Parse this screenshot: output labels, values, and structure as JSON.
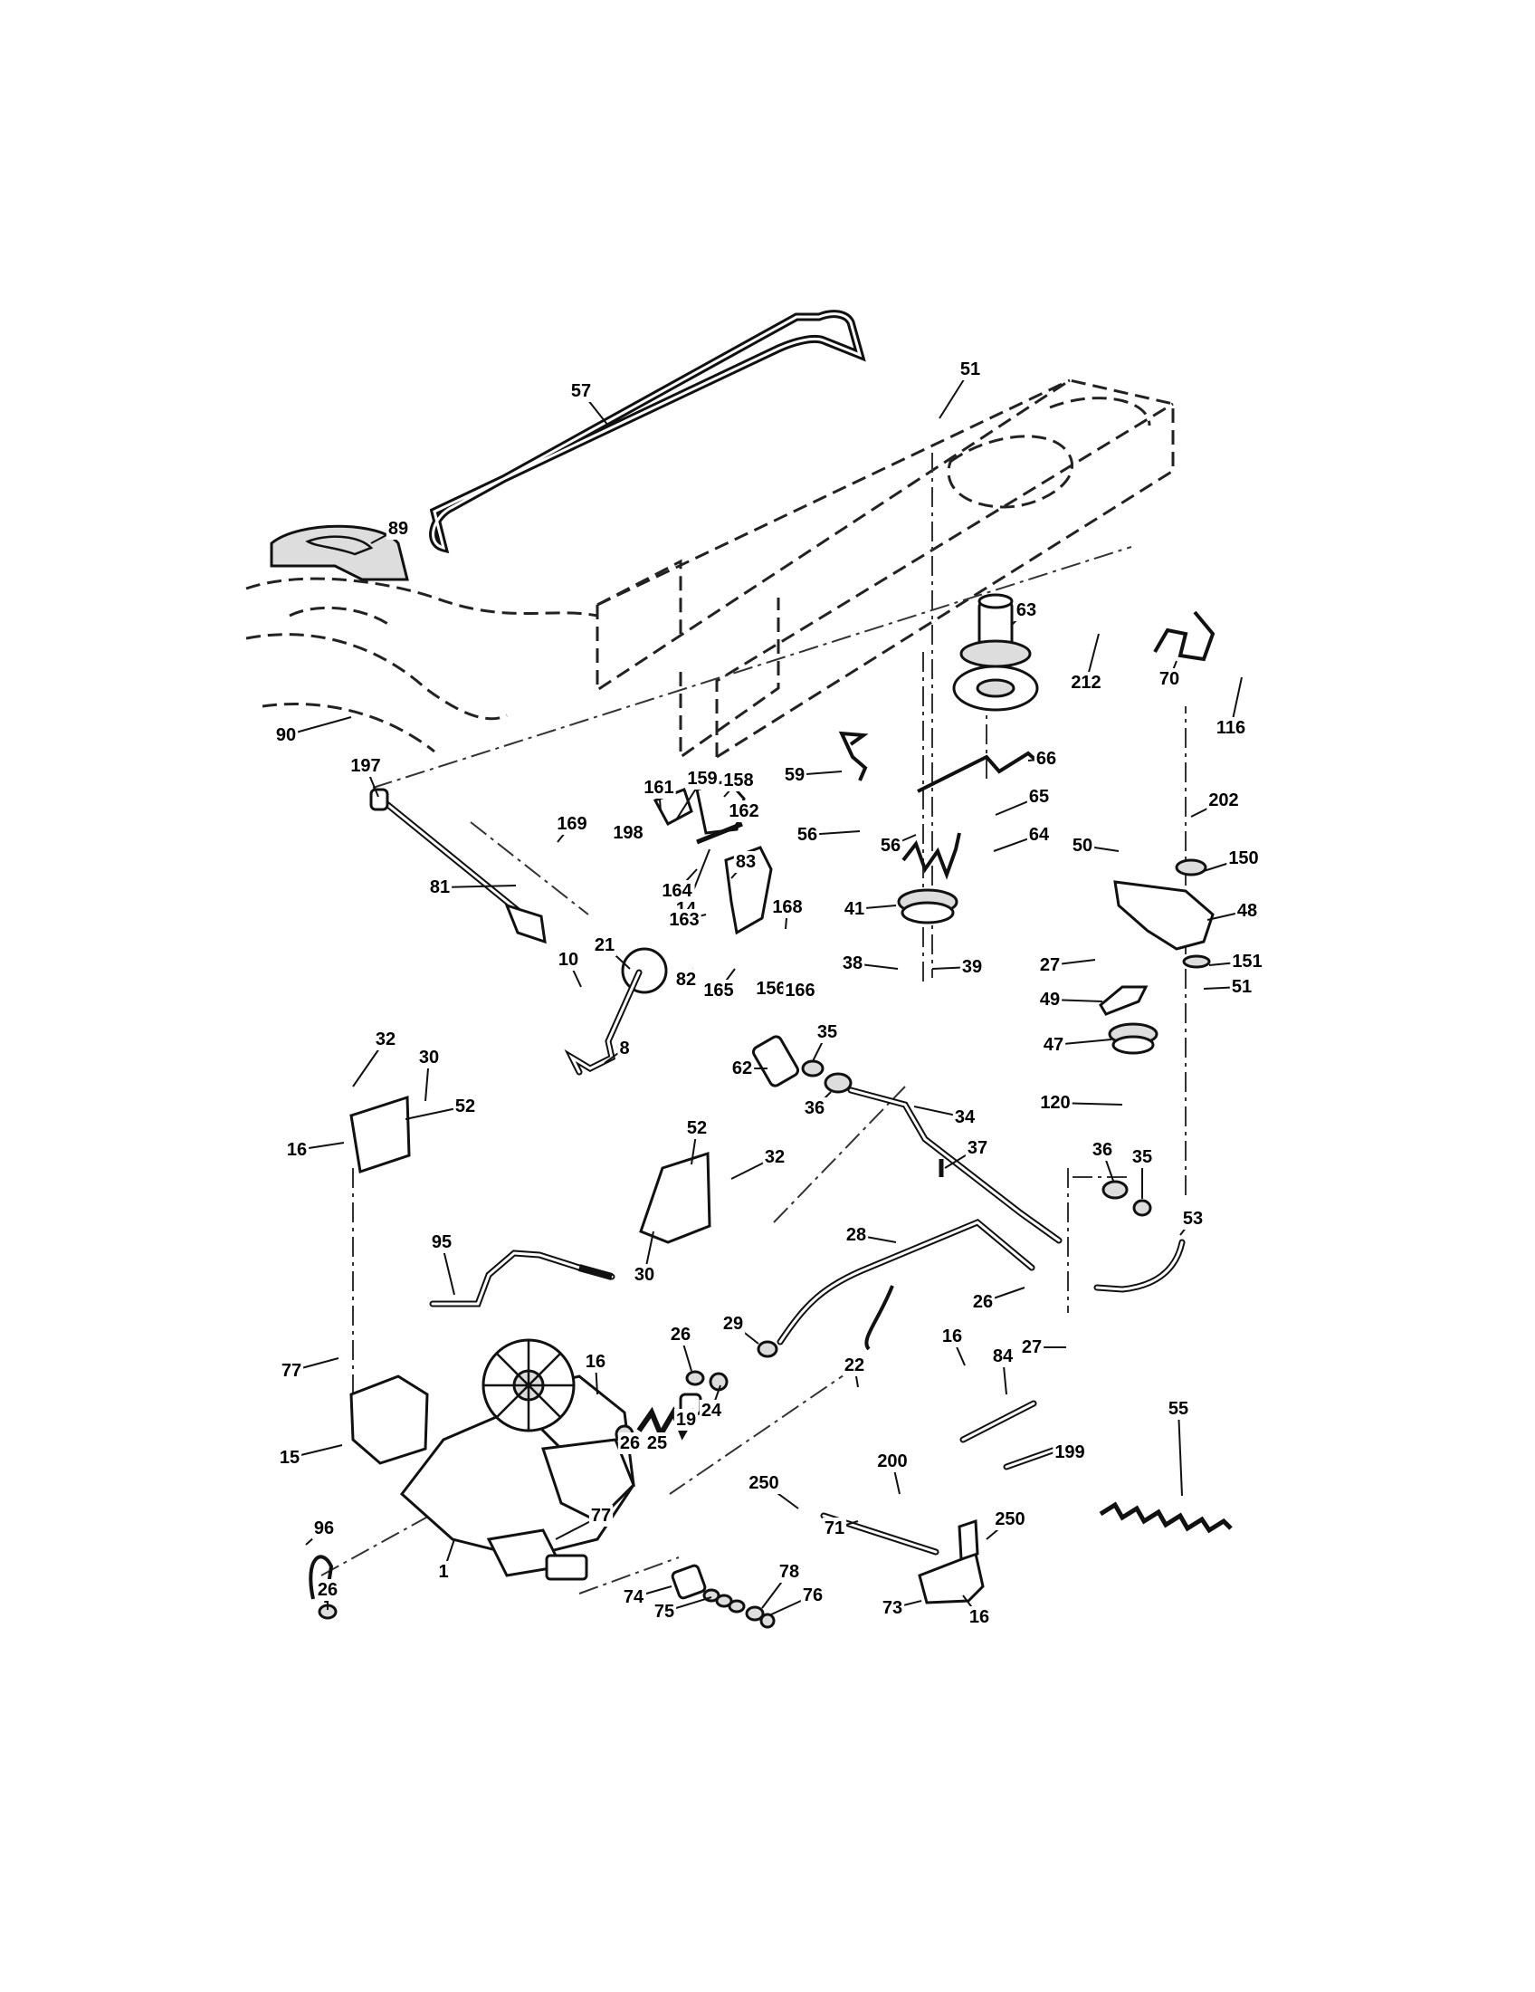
{
  "diagram": {
    "callouts": [
      {
        "label": "57"
      },
      {
        "label": "51"
      },
      {
        "label": "89"
      },
      {
        "label": "63"
      },
      {
        "label": "212"
      },
      {
        "label": "70"
      },
      {
        "label": "116"
      },
      {
        "label": "90"
      },
      {
        "label": "197"
      },
      {
        "label": "59"
      },
      {
        "label": "66"
      },
      {
        "label": "161"
      },
      {
        "label": "159"
      },
      {
        "label": "158"
      },
      {
        "label": "169"
      },
      {
        "label": "198"
      },
      {
        "label": "162"
      },
      {
        "label": "56"
      },
      {
        "label": "56"
      },
      {
        "label": "65"
      },
      {
        "label": "202"
      },
      {
        "label": "64"
      },
      {
        "label": "50"
      },
      {
        "label": "150"
      },
      {
        "label": "83"
      },
      {
        "label": "81"
      },
      {
        "label": "164"
      },
      {
        "label": "14"
      },
      {
        "label": "41"
      },
      {
        "label": "48"
      },
      {
        "label": "168"
      },
      {
        "label": "163"
      },
      {
        "label": "21"
      },
      {
        "label": "38"
      },
      {
        "label": "10"
      },
      {
        "label": "82"
      },
      {
        "label": "165"
      },
      {
        "label": "156"
      },
      {
        "label": "166"
      },
      {
        "label": "27"
      },
      {
        "label": "151"
      },
      {
        "label": "39"
      },
      {
        "label": "51"
      },
      {
        "label": "49"
      },
      {
        "label": "8"
      },
      {
        "label": "35"
      },
      {
        "label": "47"
      },
      {
        "label": "62"
      },
      {
        "label": "36"
      },
      {
        "label": "120"
      },
      {
        "label": "32"
      },
      {
        "label": "30"
      },
      {
        "label": "52"
      },
      {
        "label": "34"
      },
      {
        "label": "16"
      },
      {
        "label": "37"
      },
      {
        "label": "52"
      },
      {
        "label": "36"
      },
      {
        "label": "35"
      },
      {
        "label": "32"
      },
      {
        "label": "53"
      },
      {
        "label": "95"
      },
      {
        "label": "28"
      },
      {
        "label": "30"
      },
      {
        "label": "26"
      },
      {
        "label": "29"
      },
      {
        "label": "26"
      },
      {
        "label": "16"
      },
      {
        "label": "27"
      },
      {
        "label": "22"
      },
      {
        "label": "77"
      },
      {
        "label": "16"
      },
      {
        "label": "84"
      },
      {
        "label": "55"
      },
      {
        "label": "24"
      },
      {
        "label": "19"
      },
      {
        "label": "26"
      },
      {
        "label": "25"
      },
      {
        "label": "199"
      },
      {
        "label": "15"
      },
      {
        "label": "200"
      },
      {
        "label": "250"
      },
      {
        "label": "250"
      },
      {
        "label": "77"
      },
      {
        "label": "71"
      },
      {
        "label": "96"
      },
      {
        "label": "1"
      },
      {
        "label": "78"
      },
      {
        "label": "26"
      },
      {
        "label": "74"
      },
      {
        "label": "76"
      },
      {
        "label": "75"
      },
      {
        "label": "73"
      },
      {
        "label": "16"
      }
    ]
  }
}
